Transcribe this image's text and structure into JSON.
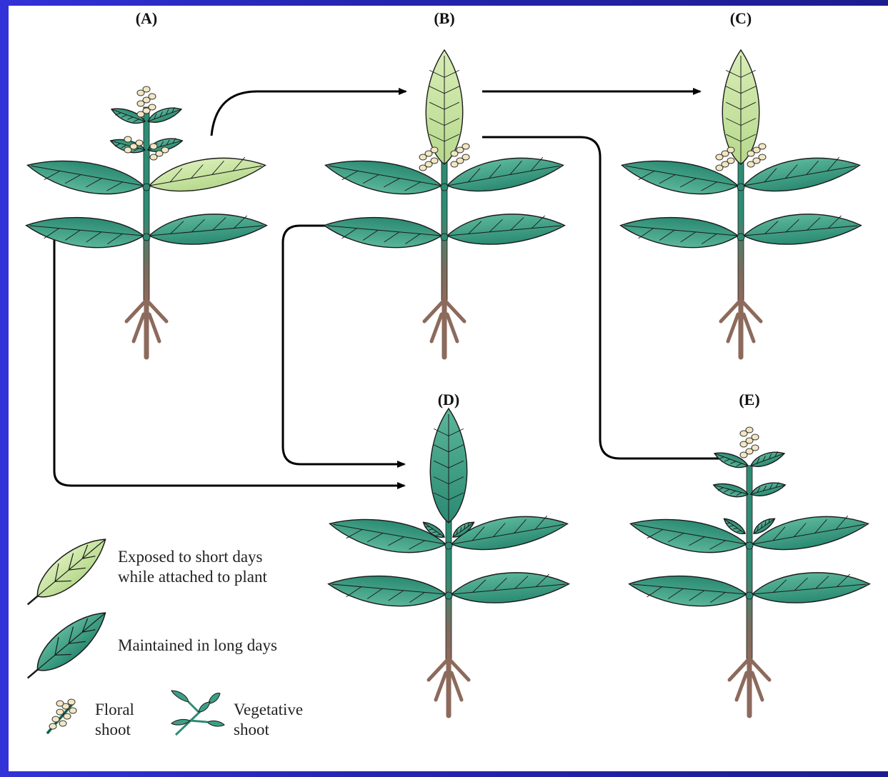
{
  "panels": [
    {
      "id": "A",
      "label": "(A)"
    },
    {
      "id": "B",
      "label": "(B)"
    },
    {
      "id": "C",
      "label": "(C)"
    },
    {
      "id": "D",
      "label": "(D)"
    },
    {
      "id": "E",
      "label": "(E)"
    }
  ],
  "legend": {
    "short_days_line1": "Exposed to short days",
    "short_days_line2": "while attached to plant",
    "long_days": "Maintained in long days",
    "floral_line1": "Floral",
    "floral_line2": "shoot",
    "vegetative_line1": "Vegetative",
    "vegetative_line2": "shoot"
  },
  "colors": {
    "background_border": "#2b2bc4",
    "dark_leaf": "#3d9e86",
    "light_leaf": "#c6e3a0",
    "stem": "#2f8c74",
    "root": "#8c6a5c",
    "flower": "#f3e7c2"
  }
}
